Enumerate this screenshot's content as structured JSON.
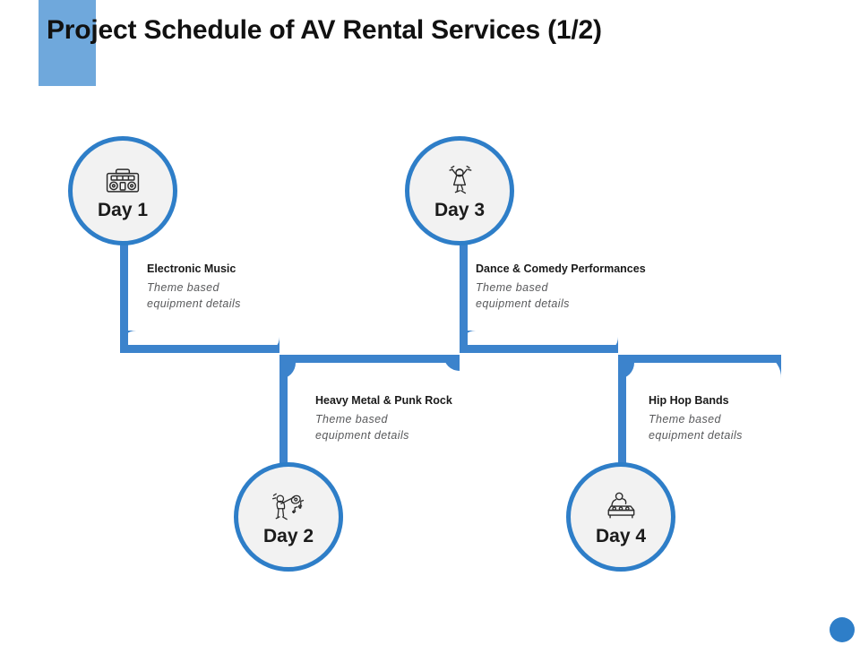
{
  "slide": {
    "title": "Project Schedule of AV Rental Services (1/2)",
    "accent_color": "#6FA8DC",
    "timeline_color": "#3C83CC",
    "node_ring_color": "#2E7EC8",
    "node_fill_color": "#F2F2F2",
    "subtitle_text_color": "#58595B",
    "corner_dot_color": "#2E7EC8"
  },
  "nodes": [
    {
      "id": "day-1",
      "label": "Day 1",
      "icon": "boombox-icon",
      "position": "top"
    },
    {
      "id": "day-2",
      "label": "Day 2",
      "icon": "guitarist-icon",
      "position": "bottom"
    },
    {
      "id": "day-3",
      "label": "Day 3",
      "icon": "dancer-icon",
      "position": "top"
    },
    {
      "id": "day-4",
      "label": "Day 4",
      "icon": "dj-turntable-icon",
      "position": "bottom"
    }
  ],
  "milestones": [
    {
      "id": "day-1",
      "title": "Electronic Music",
      "sub_line_1": "Theme based",
      "sub_line_2": "equipment  details"
    },
    {
      "id": "day-2",
      "title": "Heavy Metal & Punk Rock",
      "sub_line_1": "Theme based",
      "sub_line_2": "equipment  details"
    },
    {
      "id": "day-3",
      "title": "Dance & Comedy Performances",
      "sub_line_1": "Theme based",
      "sub_line_2": "equipment  details"
    },
    {
      "id": "day-4",
      "title": "Hip Hop Bands",
      "sub_line_1": "Theme based",
      "sub_line_2": "equipment  details"
    }
  ]
}
